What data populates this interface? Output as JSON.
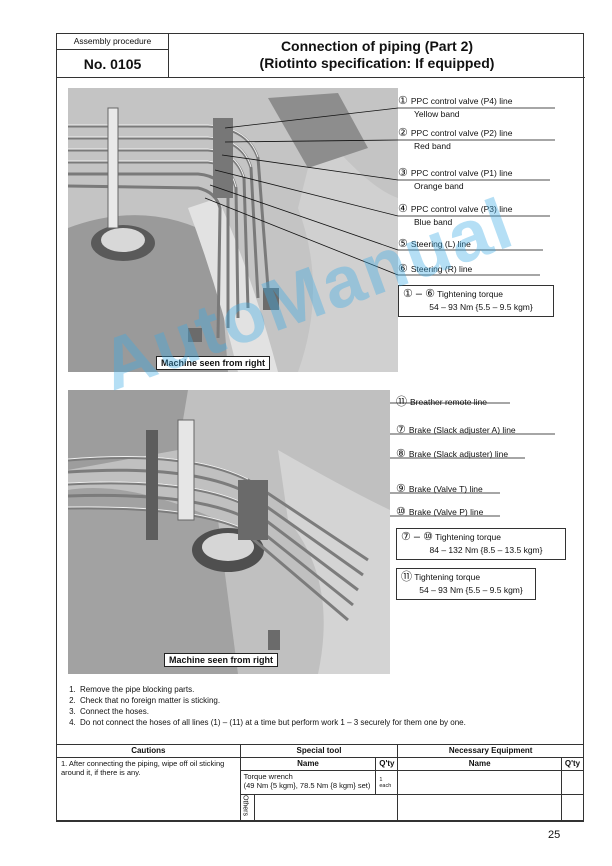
{
  "header": {
    "label": "Assembly procedure",
    "number": "No. 0105",
    "title_line1": "Connection of piping (Part 2)",
    "title_line2": "(Riotinto specification: If equipped)"
  },
  "figure1": {
    "caption": "Machine seen from right",
    "callouts": [
      {
        "num": "①",
        "text": "PPC control valve (P4) line",
        "sub": "Yellow band"
      },
      {
        "num": "②",
        "text": "PPC control valve (P2) line",
        "sub": "Red band"
      },
      {
        "num": "③",
        "text": "PPC control valve (P1) line",
        "sub": "Orange band"
      },
      {
        "num": "④",
        "text": "PPC control valve (P3) line",
        "sub": "Blue band"
      },
      {
        "num": "⑤",
        "text": "Steering (L) line",
        "sub": ""
      },
      {
        "num": "⑥",
        "text": "Steering (R) line",
        "sub": ""
      }
    ],
    "torque": {
      "range": "① – ⑥",
      "label": "Tightening torque",
      "value": "54 – 93 Nm {5.5 – 9.5 kgm}"
    }
  },
  "figure2": {
    "caption": "Machine seen from right",
    "callouts": [
      {
        "num": "⑪",
        "text": "Breather remote line"
      },
      {
        "num": "⑦",
        "text": "Brake (Slack adjuster A) line"
      },
      {
        "num": "⑧",
        "text": "Brake (Slack adjuster) line"
      },
      {
        "num": "⑨",
        "text": "Brake (Valve T) line"
      },
      {
        "num": "⑩",
        "text": "Brake (Valve P) line"
      }
    ],
    "torque1": {
      "range": "⑦ – ⑩",
      "label": "Tightening torque",
      "value": "84 – 132 Nm {8.5 – 13.5 kgm}"
    },
    "torque2": {
      "range": "⑪",
      "label": "Tightening torque",
      "value": "54 – 93 Nm {5.5 – 9.5 kgm}"
    }
  },
  "watermark": "AutoManual",
  "steps": [
    "Remove the pipe blocking parts.",
    "Check that no foreign matter is sticking.",
    "Connect the hoses.",
    "Do not connect the hoses of all lines (1) – (11) at a time but perform work 1 – 3 securely for them one by one."
  ],
  "footer": {
    "cautions_header": "Cautions",
    "caution_text": "1. After connecting the piping, wipe off oil sticking around it, if there is any.",
    "special_tool_header": "Special tool",
    "name_header": "Name",
    "qty_header": "Q'ty",
    "tool_name": "Torque wrench",
    "tool_spec": "(49 Nm {5 kgm}, 78.5 Nm {8 kgm} set)",
    "tool_qty": "1 each",
    "others_label": "Others",
    "equipment_header": "Necessary Equipment",
    "eq_name_header": "Name",
    "eq_qty_header": "Q'ty"
  },
  "page_number": "25"
}
